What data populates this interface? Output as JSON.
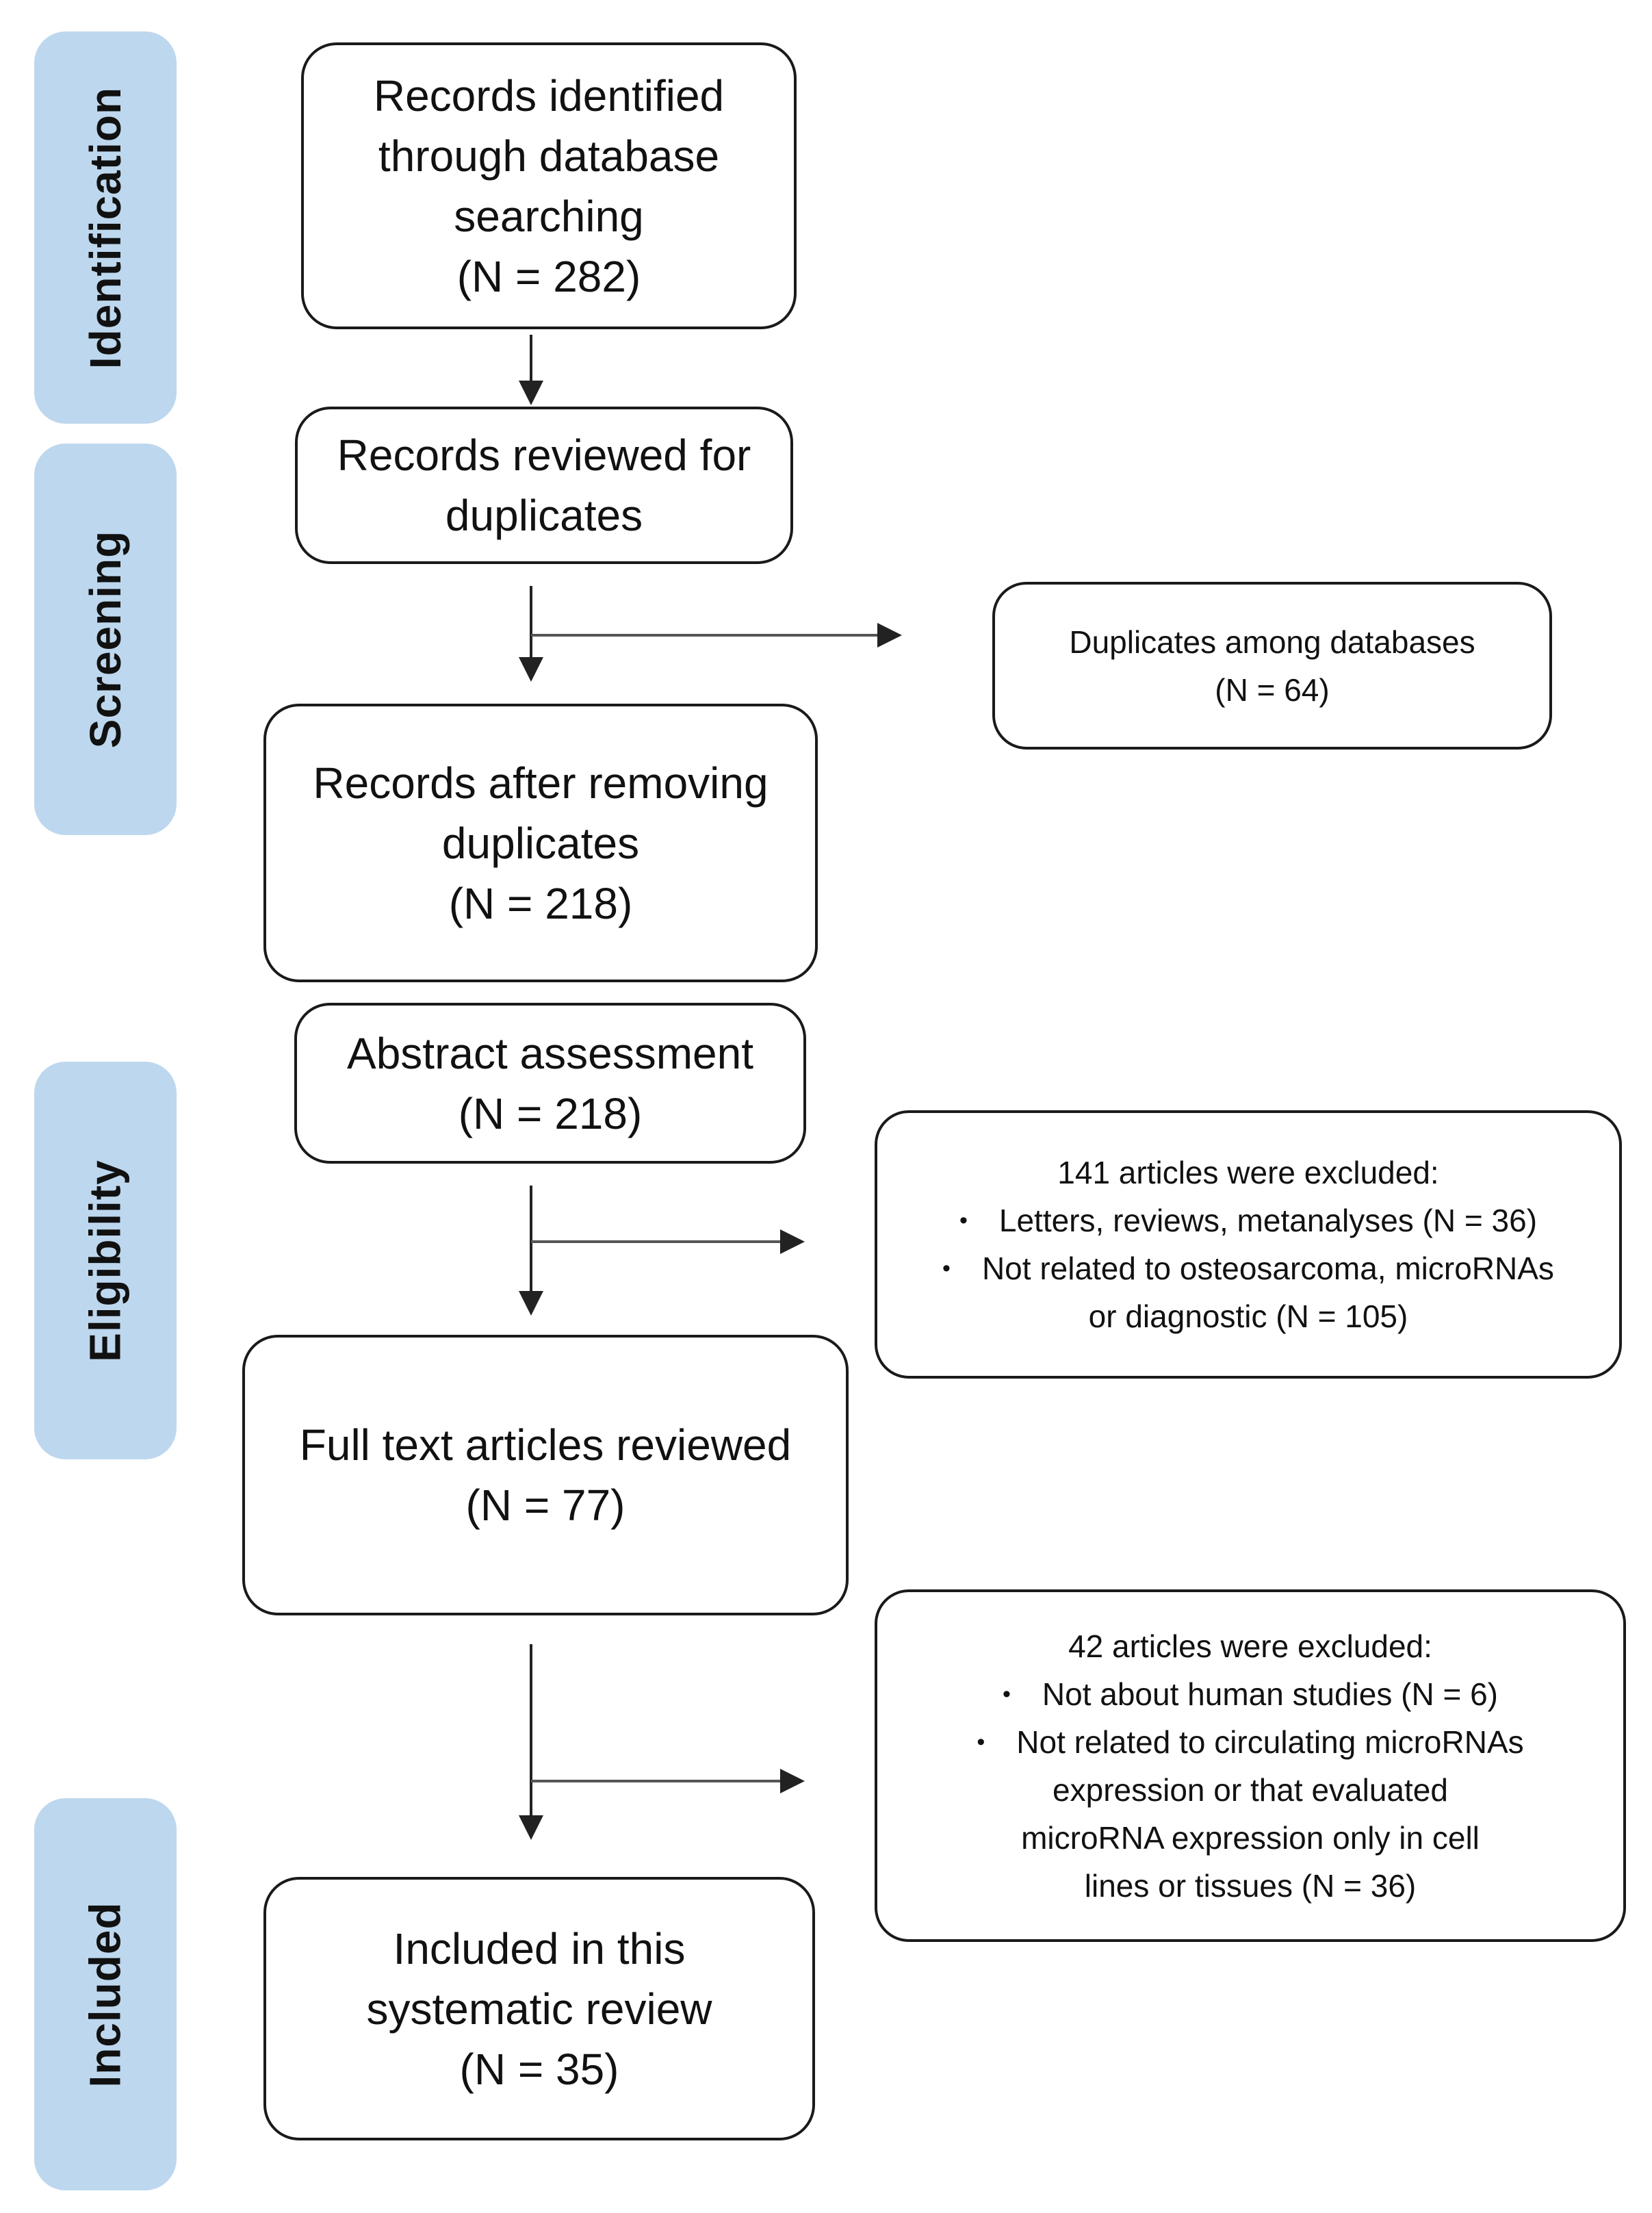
{
  "colors": {
    "label_fill": "#BDD7EE",
    "box_border": "#1a1a1a",
    "text": "#111111",
    "arrow": "#222222",
    "branch": "#555555",
    "page_bg": "#ffffff"
  },
  "bullet_char": "•",
  "stage_labels": [
    {
      "id": "identification",
      "label": "Identification"
    },
    {
      "id": "screening",
      "label": "Screening"
    },
    {
      "id": "eligibility",
      "label": "Eligibility"
    },
    {
      "id": "included",
      "label": "Included"
    }
  ],
  "flow_boxes": [
    {
      "id": "records-identified",
      "n": 282,
      "lines": [
        "Records identified",
        "through database",
        "searching",
        "(N = 282)"
      ]
    },
    {
      "id": "records-reviewed",
      "lines": [
        "Records reviewed for",
        "duplicates"
      ]
    },
    {
      "id": "records-after-removing",
      "n": 218,
      "lines": [
        "Records after removing",
        "duplicates",
        "(N = 218)"
      ]
    },
    {
      "id": "abstract-assessment",
      "n": 218,
      "lines": [
        "Abstract assessment",
        "(N = 218)"
      ]
    },
    {
      "id": "full-text-reviewed",
      "n": 77,
      "lines": [
        "Full text articles reviewed",
        "(N = 77)"
      ]
    },
    {
      "id": "included-review",
      "n": 35,
      "lines": [
        "Included in this",
        "systematic review",
        "(N = 35)"
      ]
    }
  ],
  "side_boxes": [
    {
      "id": "duplicates-among-databases",
      "n": 64,
      "lines": [
        {
          "bullet": false,
          "text": "Duplicates among databases"
        },
        {
          "bullet": false,
          "text": "(N = 64)"
        }
      ]
    },
    {
      "id": "excluded-141",
      "n": 141,
      "lines": [
        {
          "bullet": false,
          "text": "141 articles were excluded:"
        },
        {
          "bullet": true,
          "text": "Letters, reviews, metanalyses (N = 36)"
        },
        {
          "bullet": true,
          "text": "Not related to osteosarcoma, microRNAs"
        },
        {
          "bullet": false,
          "text": "or diagnostic (N = 105)"
        }
      ]
    },
    {
      "id": "excluded-42",
      "n": 42,
      "lines": [
        {
          "bullet": false,
          "text": "42 articles were excluded:"
        },
        {
          "bullet": true,
          "text": "Not about human studies (N = 6)"
        },
        {
          "bullet": true,
          "text": "Not related to circulating microRNAs"
        },
        {
          "bullet": false,
          "text": "expression or that evaluated"
        },
        {
          "bullet": false,
          "text": "microRNA expression only in cell"
        },
        {
          "bullet": false,
          "text": "lines or tissues (N = 36)"
        }
      ]
    }
  ]
}
